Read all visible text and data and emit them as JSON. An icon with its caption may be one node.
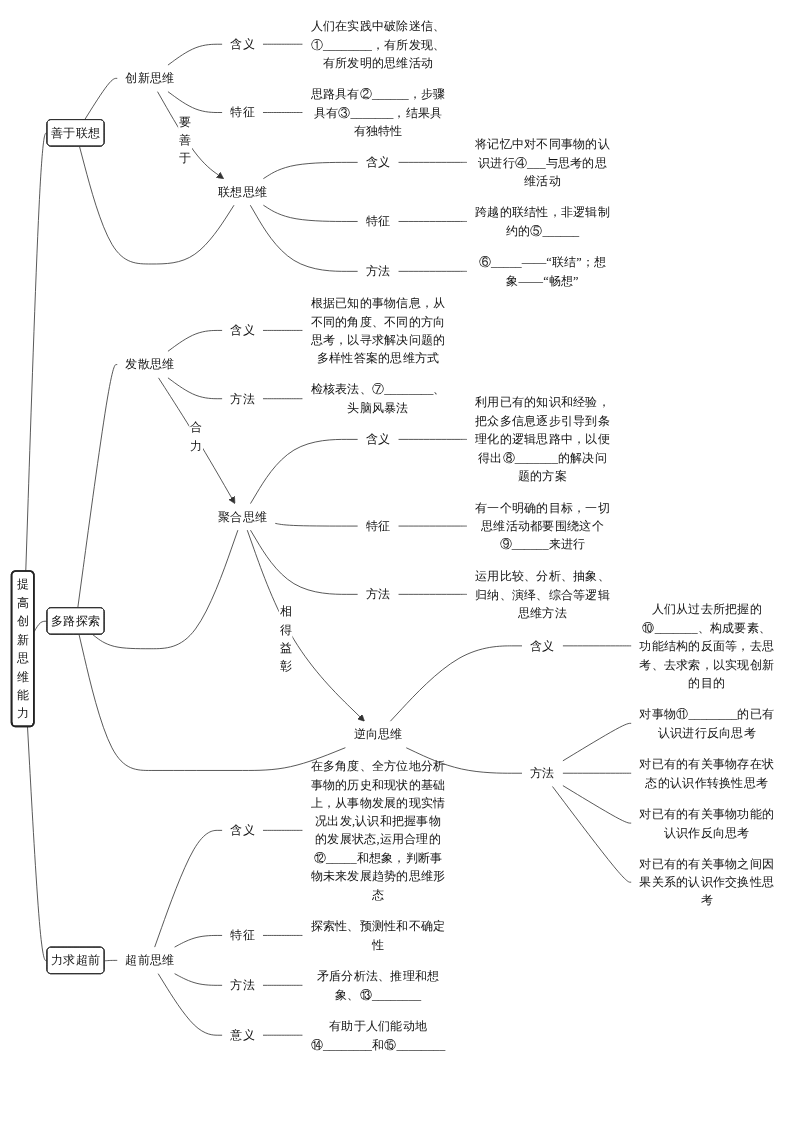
{
  "diagram": {
    "nodes": [
      {
        "text": [
          "提高创新思维能力"
        ]
      },
      {
        "text": [
          "善于联想"
        ]
      },
      {
        "text": [
          "创新思维"
        ]
      },
      {
        "text": [
          "含义"
        ]
      },
      {
        "text": [
          "人们在实践中破除迷信、①________，有所发现、有所发明的思维活动"
        ]
      },
      {
        "text": [
          "特征"
        ]
      },
      {
        "text": [
          "思路具有②______，步骤具有③_______，结果具有独特性"
        ]
      },
      {
        "text": [
          "联想思维"
        ]
      },
      {
        "text": [
          "含义"
        ]
      },
      {
        "text": [
          "将记忆中对不同事物的认识进行④___与思考的思维活动"
        ]
      },
      {
        "text": [
          "特征"
        ]
      },
      {
        "text": [
          "跨越的联结性，非逻辑制约的⑤______"
        ]
      },
      {
        "text": [
          "方法"
        ]
      },
      {
        "text": [
          "⑥_____——“联结”；想象——“畅想”"
        ]
      },
      {
        "text": [
          "多路探索"
        ]
      },
      {
        "text": [
          "发散思维"
        ]
      },
      {
        "text": [
          "含义"
        ]
      },
      {
        "text": [
          "根据已知的事物信息，从不同的角度、不同的方向思考，以寻求解决问题的多样性答案的思维方式"
        ]
      },
      {
        "text": [
          "方法"
        ]
      },
      {
        "text": [
          "检核表法、⑦________、头脑风暴法"
        ]
      },
      {
        "text": [
          "聚合思维"
        ]
      },
      {
        "text": [
          "含义"
        ]
      },
      {
        "text": [
          "利用已有的知识和经验，把众多信息逐步引导到条理化的逻辑思路中，以便得出⑧_______的解决问题的方案"
        ]
      },
      {
        "text": [
          "特征"
        ]
      },
      {
        "text": [
          "有一个明确的目标，一切思维活动都要围绕这个⑨______来进行"
        ]
      },
      {
        "text": [
          "方法"
        ]
      },
      {
        "text": [
          "运用比较、分析、抽象、归纳、演绎、综合等逻辑思维方法"
        ]
      },
      {
        "text": [
          "逆向思维"
        ]
      },
      {
        "text": [
          "含义"
        ]
      },
      {
        "text": [
          "人们从过去所把握的⑩_______、构成要素、功能结构的反面等，去思考、去求索，以实现创新的目的"
        ]
      },
      {
        "text": [
          "方法"
        ]
      },
      {
        "text": [
          "对事物⑪________的已有认识进行反向思考"
        ]
      },
      {
        "text": [
          "对已有的有关事物存在状态的认识作转换性思考"
        ]
      },
      {
        "text": [
          "对已有的有关事物功能的认识作反向思考"
        ]
      },
      {
        "text": [
          "对已有的有关事物之间因果关系的认识作交换性思考"
        ]
      },
      {
        "text": [
          "力求超前"
        ]
      },
      {
        "text": [
          "超前思维"
        ]
      },
      {
        "text": [
          "含义"
        ]
      },
      {
        "text": [
          "在多角度、全方位地分析事物的历史和现状的基础上，从事物发展的现实情况出发,认识和把握事物的发展状态,运用合理的⑫_____和想象，判断事物未来发展趋势的思维形态"
        ]
      },
      {
        "text": [
          "特征"
        ]
      },
      {
        "text": [
          "探索性、预测性和不确定性"
        ]
      },
      {
        "text": [
          "方法"
        ]
      },
      {
        "text": [
          "矛盾分析法、推理和想象、⑬________"
        ]
      },
      {
        "text": [
          "意义"
        ]
      },
      {
        "text": [
          "有助于人们能动地⑭________和⑮________"
        ]
      }
    ],
    "edges": [
      {
        "from": 0,
        "to": 1,
        "arrow": "none"
      },
      {
        "from": 0,
        "to": 14,
        "arrow": "none"
      },
      {
        "from": 0,
        "to": 35,
        "arrow": "none"
      },
      {
        "from": 1,
        "to": 2,
        "arrow": "none"
      },
      {
        "from": 1,
        "to": 7,
        "arrow": "none"
      },
      {
        "from": 2,
        "to": 3,
        "arrow": "none"
      },
      {
        "from": 3,
        "to": 4,
        "arrow": "none"
      },
      {
        "from": 2,
        "to": 5,
        "arrow": "none"
      },
      {
        "from": 5,
        "to": 6,
        "arrow": "none"
      },
      {
        "from": 2,
        "to": 7,
        "arrow": "to",
        "label": "要善于"
      },
      {
        "from": 7,
        "to": 8,
        "arrow": "none"
      },
      {
        "from": 8,
        "to": 9,
        "arrow": "none"
      },
      {
        "from": 7,
        "to": 10,
        "arrow": "none"
      },
      {
        "from": 10,
        "to": 11,
        "arrow": "none"
      },
      {
        "from": 7,
        "to": 12,
        "arrow": "none"
      },
      {
        "from": 12,
        "to": 13,
        "arrow": "none"
      },
      {
        "from": 14,
        "to": 15,
        "arrow": "none"
      },
      {
        "from": 14,
        "to": 20,
        "arrow": "none"
      },
      {
        "from": 14,
        "to": 27,
        "arrow": "none"
      },
      {
        "from": 15,
        "to": 16,
        "arrow": "none"
      },
      {
        "from": 16,
        "to": 17,
        "arrow": "none"
      },
      {
        "from": 15,
        "to": 18,
        "arrow": "none"
      },
      {
        "from": 18,
        "to": 19,
        "arrow": "none"
      },
      {
        "from": 15,
        "to": 20,
        "arrow": "to",
        "label": "合力"
      },
      {
        "from": 20,
        "to": 21,
        "arrow": "none"
      },
      {
        "from": 21,
        "to": 22,
        "arrow": "none"
      },
      {
        "from": 20,
        "to": 23,
        "arrow": "none"
      },
      {
        "from": 23,
        "to": 24,
        "arrow": "none"
      },
      {
        "from": 20,
        "to": 25,
        "arrow": "none"
      },
      {
        "from": 25,
        "to": 26,
        "arrow": "none"
      },
      {
        "from": 20,
        "to": 27,
        "arrow": "to",
        "label": "相得益彰"
      },
      {
        "from": 27,
        "to": 28,
        "arrow": "none"
      },
      {
        "from": 28,
        "to": 29,
        "arrow": "none"
      },
      {
        "from": 27,
        "to": 30,
        "arrow": "none"
      },
      {
        "from": 30,
        "to": 31,
        "arrow": "none"
      },
      {
        "from": 30,
        "to": 32,
        "arrow": "none"
      },
      {
        "from": 30,
        "to": 33,
        "arrow": "none"
      },
      {
        "from": 30,
        "to": 34,
        "arrow": "none"
      },
      {
        "from": 35,
        "to": 36,
        "arrow": "none"
      },
      {
        "from": 36,
        "to": 37,
        "arrow": "none"
      },
      {
        "from": 37,
        "to": 38,
        "arrow": "none"
      },
      {
        "from": 36,
        "to": 39,
        "arrow": "none"
      },
      {
        "from": 39,
        "to": 40,
        "arrow": "none"
      },
      {
        "from": 36,
        "to": 41,
        "arrow": "none"
      },
      {
        "from": 41,
        "to": 42,
        "arrow": "none"
      },
      {
        "from": 36,
        "to": 43,
        "arrow": "none"
      },
      {
        "from": 43,
        "to": 44,
        "arrow": "none"
      }
    ]
  }
}
